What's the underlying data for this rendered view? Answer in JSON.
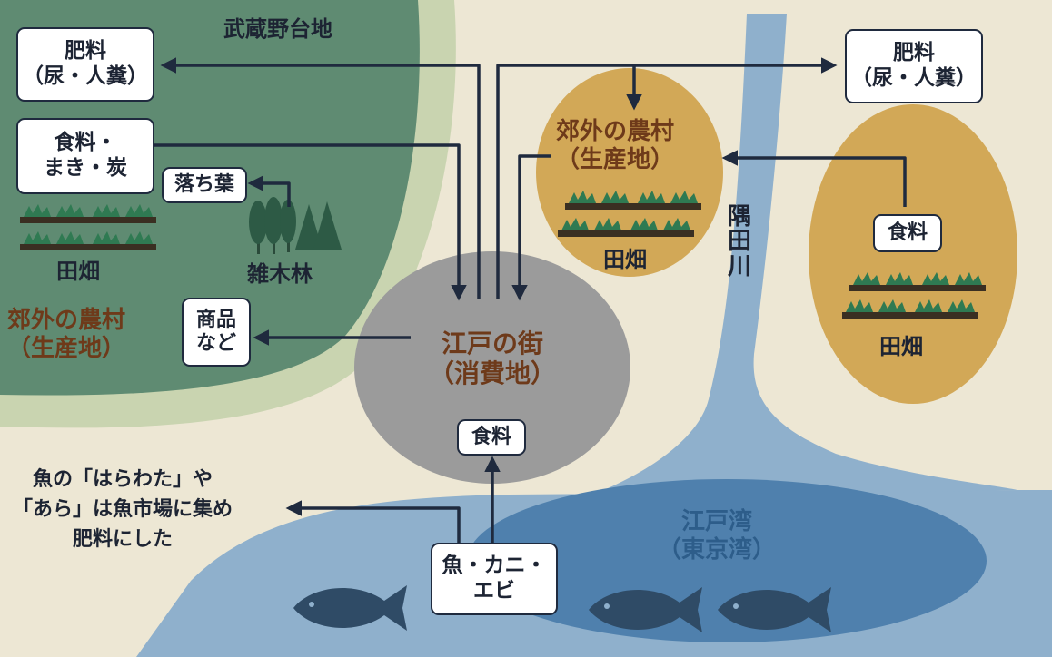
{
  "labels": {
    "musashino": "武蔵野台地",
    "fields_left": "田畑",
    "woods": "雑木林",
    "village_left_1": "郊外の農村",
    "village_left_2": "（生産地）",
    "village_center_1": "郊外の農村",
    "village_center_2": "（生産地）",
    "fields_center": "田畑",
    "fields_right": "田畑",
    "edo_1": "江戸の街",
    "edo_2": "（消費地）",
    "river": "隅田川",
    "bay_1": "江戸湾",
    "bay_2": "（東京湾）",
    "fish_note_1": "魚の「はらわた」や",
    "fish_note_2": "「あら」は魚市場に集め",
    "fish_note_3": "肥料にした"
  },
  "boxes": {
    "fertilizer_left_1": "肥料",
    "fertilizer_left_2": "（尿・人糞）",
    "fuel_1": "食料・",
    "fuel_2": "まき・炭",
    "leaves": "落ち葉",
    "goods_1": "商品",
    "goods_2": "など",
    "food_edo": "食料",
    "fertilizer_right_1": "肥料",
    "fertilizer_right_2": "（尿・人糞）",
    "food_right": "食料",
    "seafood_1": "魚・カニ・",
    "seafood_2": "エビ"
  },
  "colors": {
    "background": "#ede7d4",
    "plateau_outer": "#c9d4b0",
    "plateau_inner": "#5f8b72",
    "village_fill": "#d2a857",
    "edo_fill": "#9b9b9b",
    "water": "#8fb0cc",
    "bay_inner": "#4f80ad",
    "arrow": "#1f2a3e",
    "fish": "#2f4b66"
  }
}
